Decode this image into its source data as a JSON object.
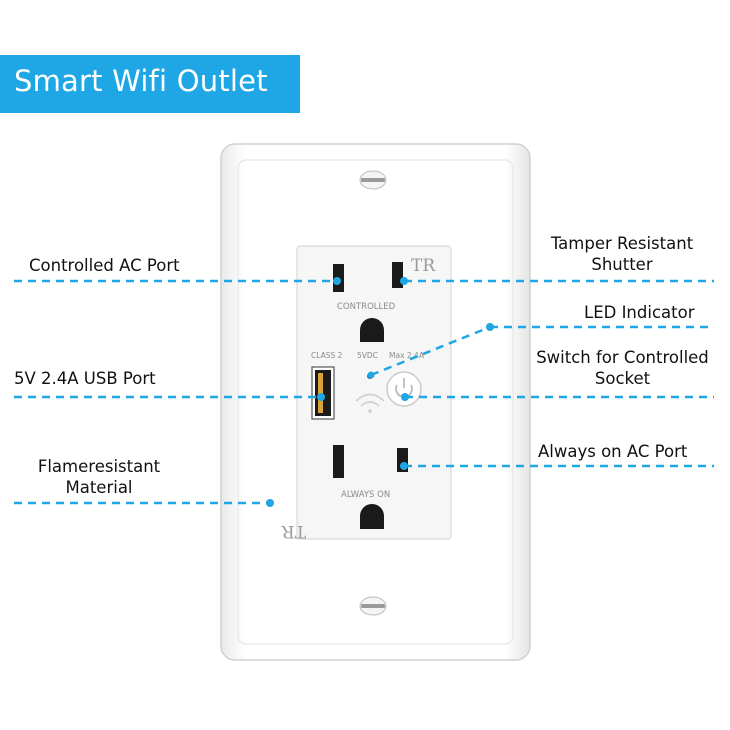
{
  "title": "Smart Wifi Outlet",
  "colors": {
    "accent": "#1ea7e4",
    "plate": "#ffffff",
    "text": "#111111"
  },
  "labels": {
    "controlled_ac_port": "Controlled AC Port",
    "usb_port": "5V 2.4A USB Port",
    "flame_line1": "Flameresistant",
    "flame_line2": "Material",
    "tamper_line1": "Tamper Resistant",
    "tamper_line2": "Shutter",
    "led_indicator": "LED Indicator",
    "switch_line1": "Switch for Controlled",
    "switch_line2": "Socket",
    "always_on_port": "Always on AC Port"
  },
  "outlet": {
    "tr_top": "TR",
    "tr_bottom": "TR",
    "controlled": "CONTROLLED",
    "class2": "CLASS 2",
    "vdc": "5VDC",
    "max": "Max 2.4A",
    "always_on": "ALWAYS ON"
  },
  "icons": [
    "wifi-icon",
    "power-icon"
  ]
}
